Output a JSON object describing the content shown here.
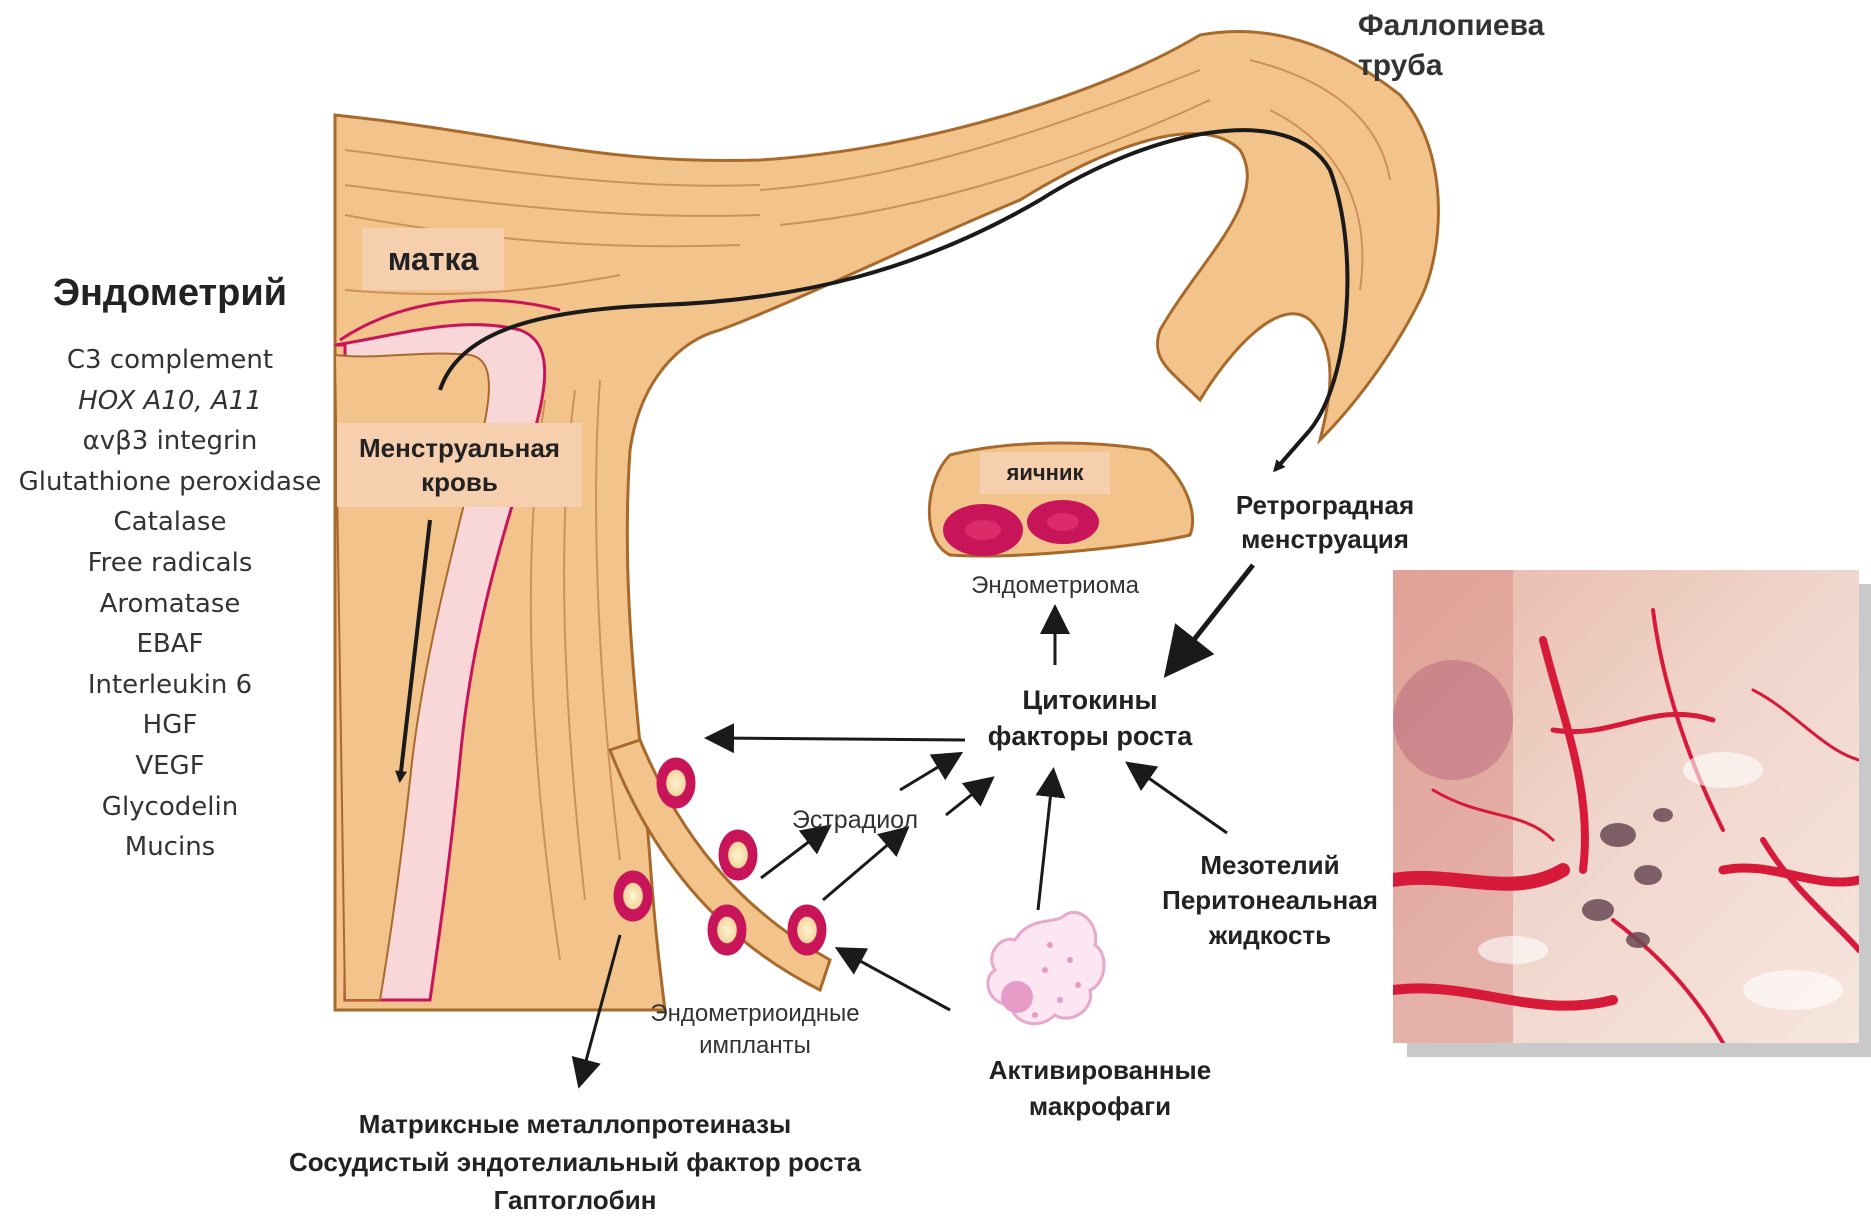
{
  "labels": {
    "fallopian_tube": [
      "Фаллопиева",
      "труба"
    ],
    "uterus": "матка",
    "menstrual_blood": [
      "Менструальная",
      "кровь"
    ],
    "ovary": "яичник",
    "endometrioma": "Эндометриома",
    "retrograde": [
      "Ретроградная",
      "менструация"
    ],
    "cytokines": [
      "Цитокины",
      "факторы роста"
    ],
    "estradiol": "Эстрадиол",
    "mesothelium": [
      "Мезотелий",
      "Перитонеальная",
      "жидкость"
    ],
    "implants": [
      "Эндометриоидные",
      "импланты"
    ],
    "macrophages": [
      "Активированные",
      "макрофаги"
    ],
    "bottom": [
      "Матриксные металлопротеиназы",
      "Сосудистый эндотелиальный фактор роста",
      "Гаптоглобин"
    ]
  },
  "endometrium": {
    "title": "Эндометрий",
    "items": [
      "C3 complement",
      "HOX A10, A11",
      "αvβ3 integrin",
      "Glutathione peroxidase",
      "Catalase",
      "Free radicals",
      "Aromatase",
      "EBAF",
      "Interleukin 6",
      "HGF",
      "VEGF",
      "Glycodelin",
      "Mucins"
    ]
  },
  "colors": {
    "tissue": "#f2c48c",
    "tissue_stroke": "#a86a2c",
    "lining": "#c8155a",
    "lining_light": "#f9d7d9",
    "label_bg": "#f6cfae",
    "arrow": "#1a1a1a"
  }
}
